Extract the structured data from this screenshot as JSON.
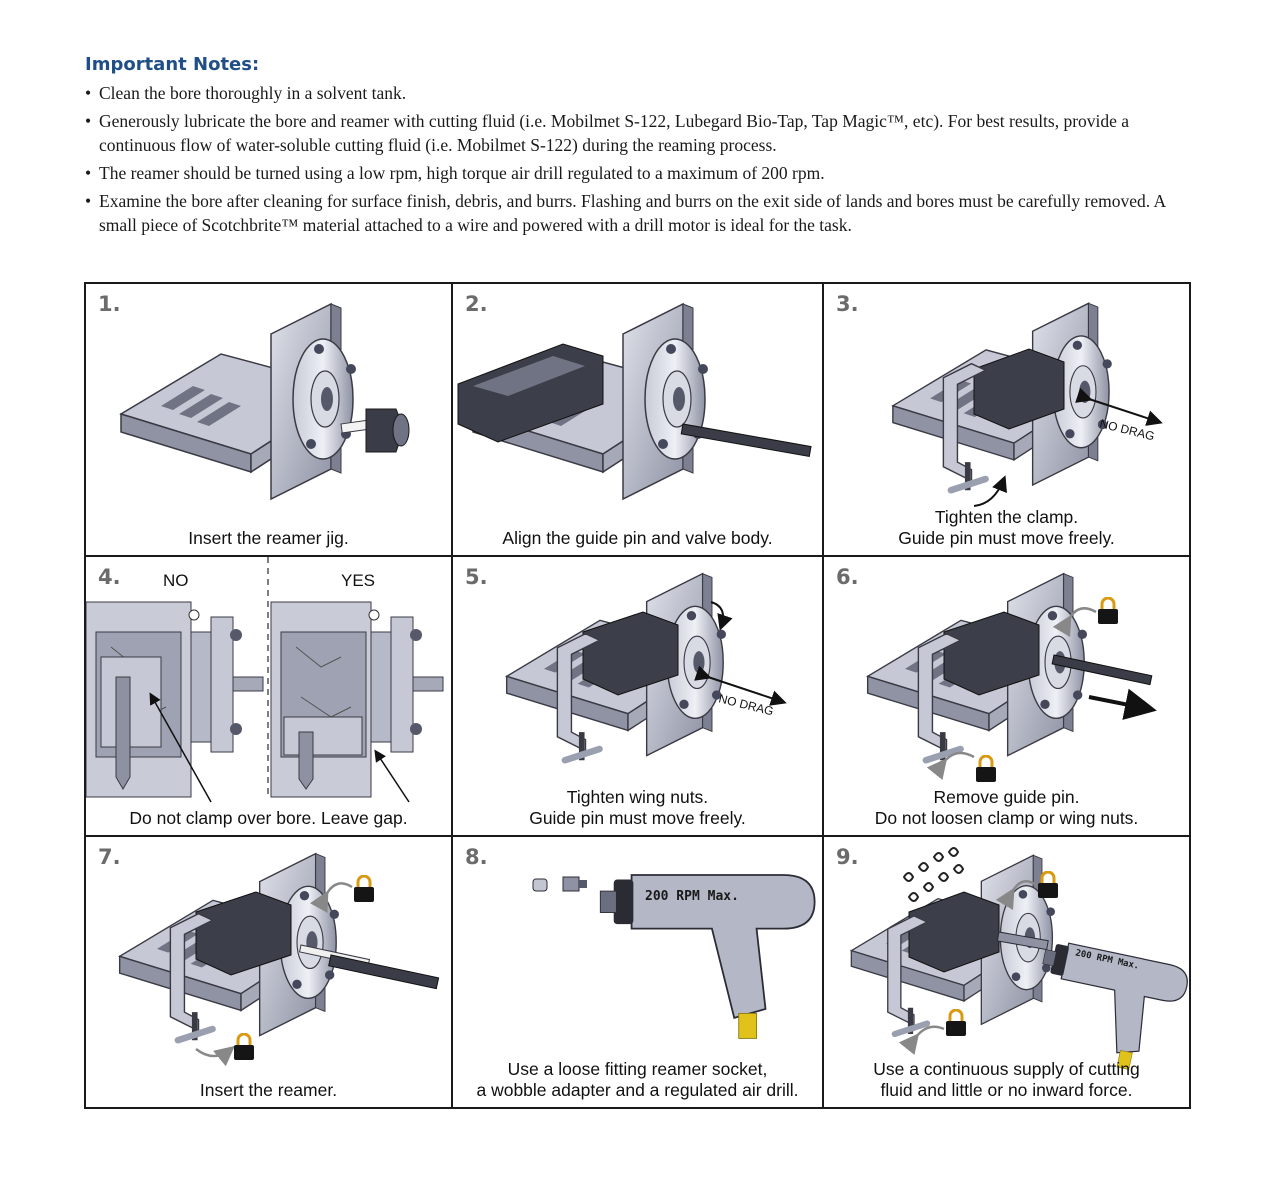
{
  "notes": {
    "title": "Important Notes:",
    "items": [
      "Clean the bore thoroughly in a solvent tank.",
      "Generously lubricate the bore and reamer with cutting fluid (i.e. Mobilmet S-122, Lubegard Bio-Tap, Tap Magic™, etc). For best results, provide a continuous flow of water-soluble cutting fluid (i.e. Mobilmet S-122) during the reaming process.",
      "The reamer should be turned using a low rpm, high torque air drill regulated to a maximum of 200 rpm.",
      "Examine the bore after cleaning for surface finish, debris, and burrs. Flashing and burrs on the exit side of lands and bores must be carefully removed. A small piece of Scotchbrite™ material attached to a wire and powered with a drill motor is ideal for the task."
    ]
  },
  "steps": [
    {
      "num": "1.",
      "lines": [
        "Insert the reamer jig."
      ]
    },
    {
      "num": "2.",
      "lines": [
        "Align the guide pin and valve body."
      ]
    },
    {
      "num": "3.",
      "lines": [
        "Tighten the clamp.",
        "Guide pin must move freely."
      ],
      "tag": "NO DRAG"
    },
    {
      "num": "4.",
      "lines": [
        "Do not clamp over bore. Leave gap."
      ],
      "no": "NO",
      "yes": "YES"
    },
    {
      "num": "5.",
      "lines": [
        "Tighten wing nuts.",
        "Guide pin must move freely."
      ],
      "tag": "NO DRAG"
    },
    {
      "num": "6.",
      "lines": [
        "Remove guide pin.",
        "Do not loosen clamp or wing nuts."
      ]
    },
    {
      "num": "7.",
      "lines": [
        "Insert the reamer."
      ]
    },
    {
      "num": "8.",
      "lines": [
        "Use a loose fitting reamer socket,",
        "a wobble adapter and a regulated air drill."
      ],
      "drill_label": "200 RPM Max."
    },
    {
      "num": "9.",
      "lines": [
        "Use a continuous supply of cutting",
        "fluid and little or no inward force."
      ],
      "drill_label": "200 RPM Max."
    }
  ],
  "colors": {
    "title": "#1f4f86",
    "metal": "#b9bcc9",
    "metal_dark": "#7c8091",
    "lock": "#e6a416",
    "fitting": "#e0c21a"
  }
}
